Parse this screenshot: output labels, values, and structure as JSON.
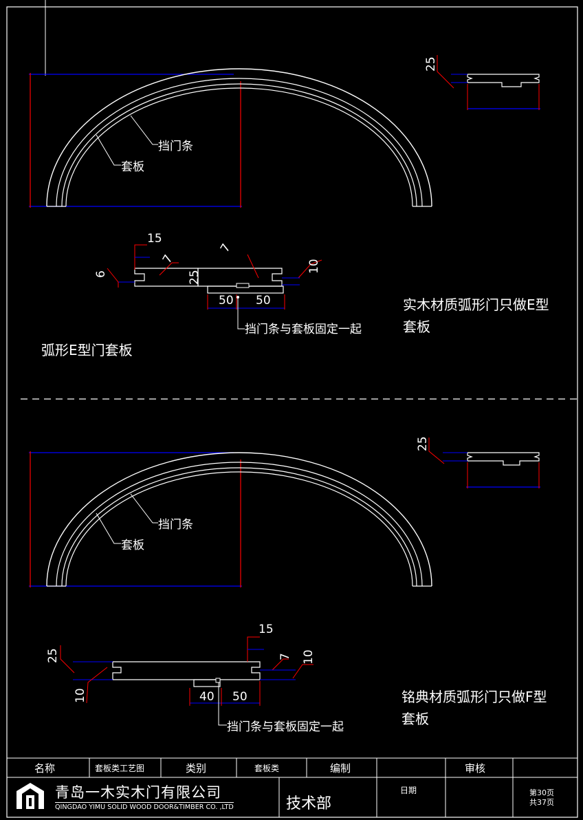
{
  "top": {
    "leader_doorstop": "挡门条",
    "leader_casing": "套板",
    "dim_section_height": "25",
    "dim_15": "15",
    "dim_6": "6",
    "dim_7a": "7",
    "dim_25": "25",
    "dim_7b": "7",
    "dim_10": "10",
    "dim_50a": "50",
    "dim_50b": "50",
    "fix_note": "挡门条与套板固定一起",
    "title": "弧形E型门套板",
    "note_line1": "实木材质弧形门只做E型",
    "note_line2": "套板"
  },
  "bottom": {
    "leader_doorstop": "挡门条",
    "leader_casing": "套板",
    "dim_section_height": "25",
    "dim_15": "15",
    "dim_25": "25",
    "dim_10a": "10",
    "dim_7": "7",
    "dim_10b": "10",
    "dim_40": "40",
    "dim_50": "50",
    "fix_note": "挡门条与套板固定一起",
    "note_line1": "铭典材质弧形门只做F型",
    "note_line2": "套板"
  },
  "title_block": {
    "name_label": "名称",
    "name_value": "套板类工艺图",
    "category_label": "类别",
    "category_value": "套板类",
    "compiled_label": "编制",
    "review_label": "审核",
    "date_label": "日期",
    "company_cn": "青岛一木实木门有限公司",
    "company_en": "QINGDAO YIMU SOLID WOOD DOOR&TIMBER CO. ,LTD",
    "department": "技术部",
    "page_current": "第30页",
    "page_total": "共37页"
  },
  "colors": {
    "background": "#000000",
    "outline": "#ffffff",
    "dimension_red": "#ff0000",
    "dimension_blue": "#0000ff",
    "leader_white": "#ffffff"
  }
}
